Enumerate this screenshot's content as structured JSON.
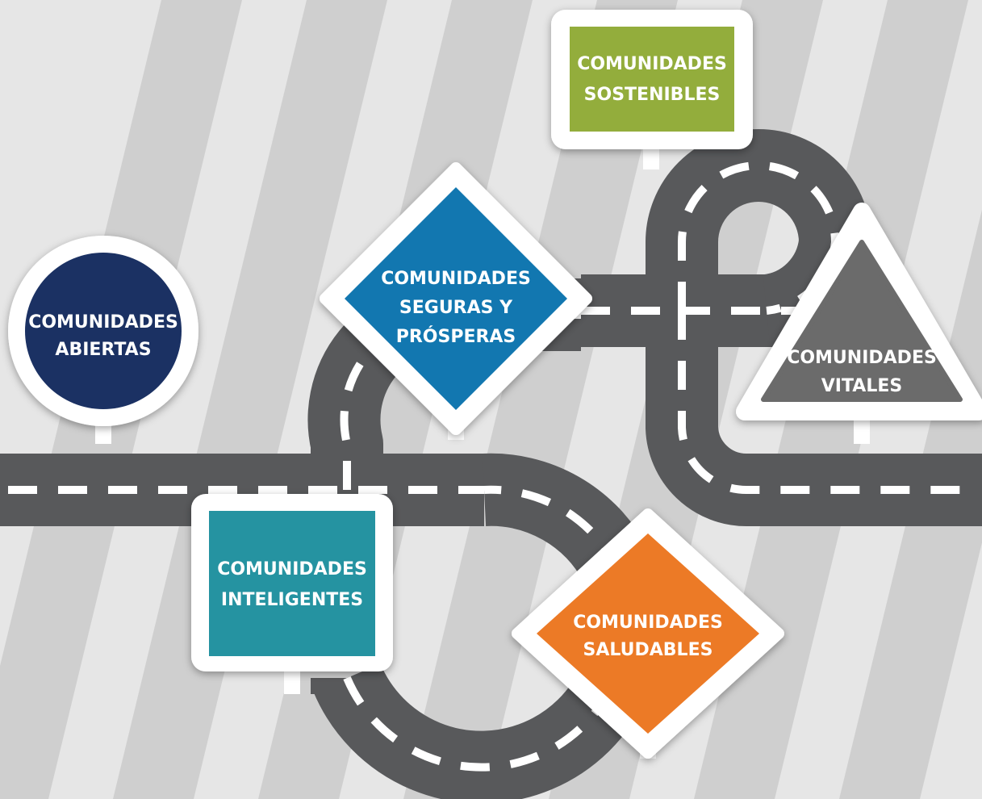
{
  "colors": {
    "background_light": "#e6e6e6",
    "background_stripe": "#cfcfcf",
    "road": "#58595b",
    "road_dash": "#ffffff",
    "sign_border": "#ffffff",
    "post": "#ffffff"
  },
  "signs": {
    "abiertas": {
      "line1": "COMUNIDADES",
      "line2": "ABIERTAS",
      "shape": "circle",
      "color": "#1b3163"
    },
    "sostenibles": {
      "line1": "COMUNIDADES",
      "line2": "SOSTENIBLES",
      "shape": "rectangle",
      "color": "#93ad3c"
    },
    "seguras": {
      "line1": "COMUNIDADES",
      "line2": "SEGURAS Y",
      "line3": "PRÓSPERAS",
      "shape": "diamond",
      "color": "#1277b0"
    },
    "vitales": {
      "line1": "COMUNIDADES",
      "line2": "VITALES",
      "shape": "triangle",
      "color": "#6b6b6b"
    },
    "inteligentes": {
      "line1": "COMUNIDADES",
      "line2": "INTELIGENTES",
      "shape": "square",
      "color": "#2593a1"
    },
    "saludables": {
      "line1": "COMUNIDADES",
      "line2": "SALUDABLES",
      "shape": "diamond",
      "color": "#ec7a26"
    }
  }
}
